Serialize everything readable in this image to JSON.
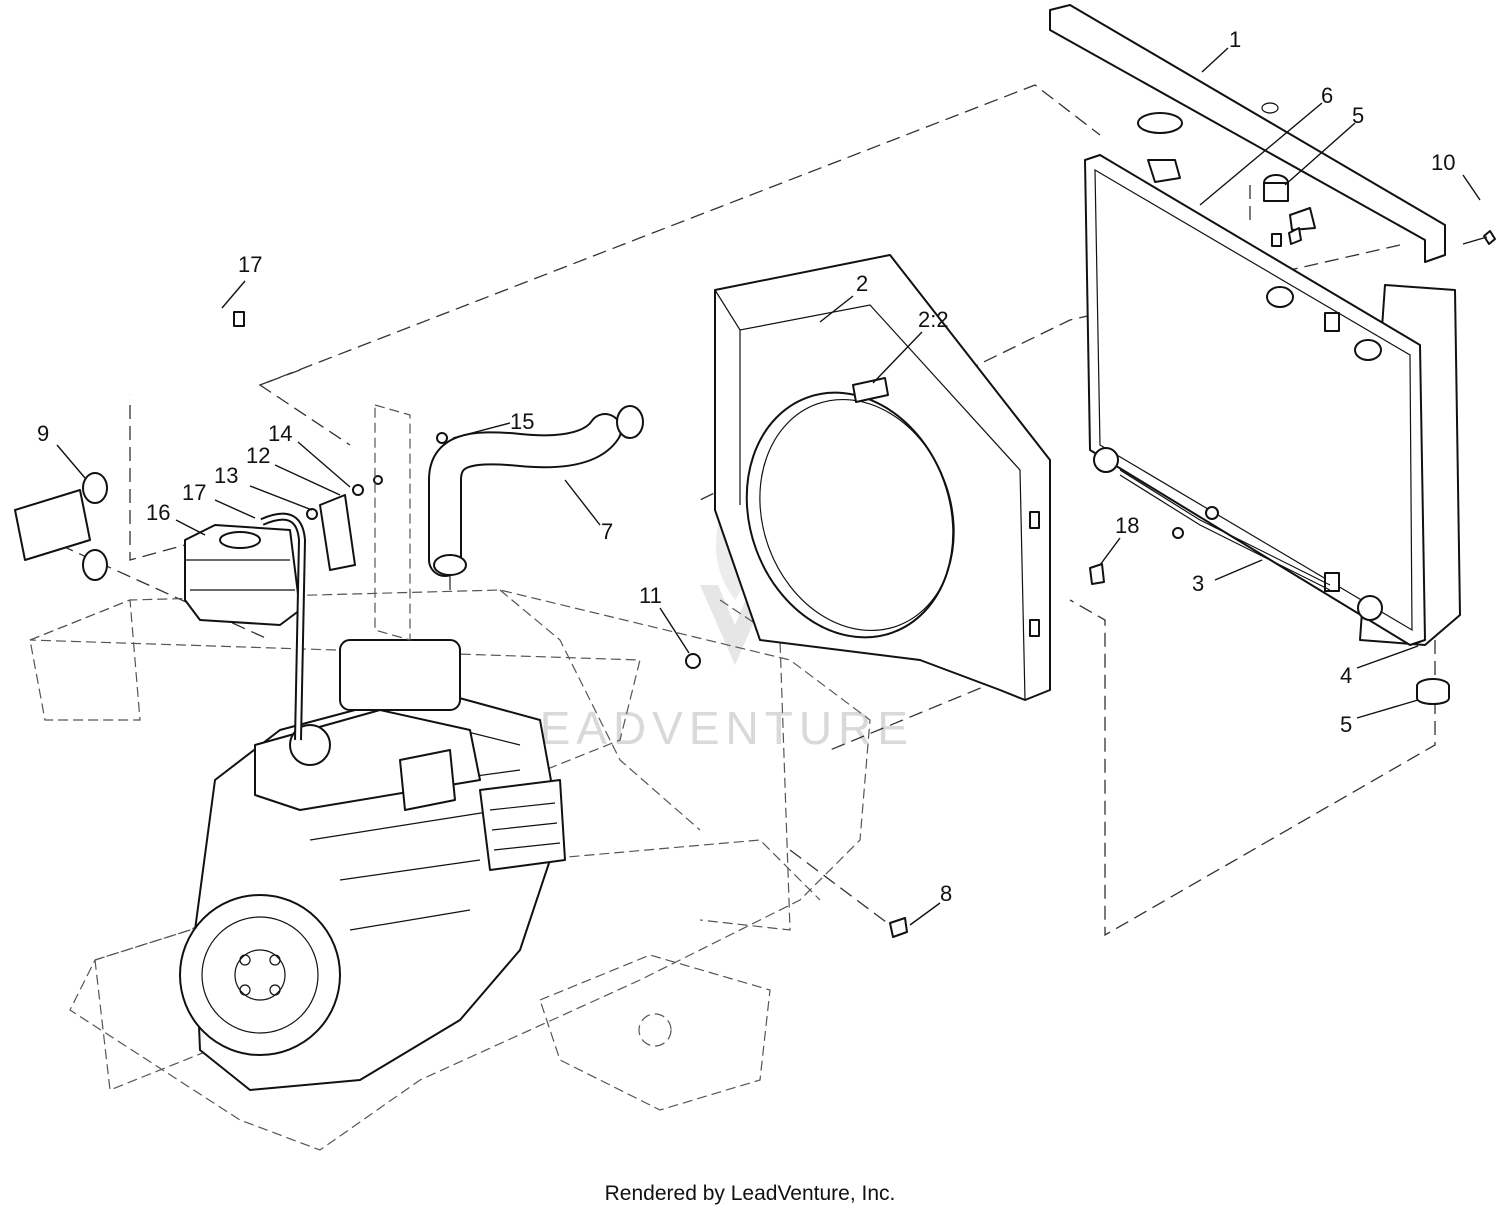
{
  "watermark": "LEADVENTURE",
  "footer": "Rendered by LeadVenture, Inc.",
  "callouts": [
    {
      "id": "1",
      "text": "1"
    },
    {
      "id": "2",
      "text": "2"
    },
    {
      "id": "2_2",
      "text": "2:2"
    },
    {
      "id": "3",
      "text": "3"
    },
    {
      "id": "4",
      "text": "4"
    },
    {
      "id": "5a",
      "text": "5"
    },
    {
      "id": "5b",
      "text": "5"
    },
    {
      "id": "6",
      "text": "6"
    },
    {
      "id": "7",
      "text": "7"
    },
    {
      "id": "8",
      "text": "8"
    },
    {
      "id": "9",
      "text": "9"
    },
    {
      "id": "10",
      "text": "10"
    },
    {
      "id": "11",
      "text": "11"
    },
    {
      "id": "12",
      "text": "12"
    },
    {
      "id": "13",
      "text": "13"
    },
    {
      "id": "14",
      "text": "14"
    },
    {
      "id": "15",
      "text": "15"
    },
    {
      "id": "16",
      "text": "16"
    },
    {
      "id": "17a",
      "text": "17"
    },
    {
      "id": "17b",
      "text": "17"
    },
    {
      "id": "18",
      "text": "18"
    }
  ]
}
